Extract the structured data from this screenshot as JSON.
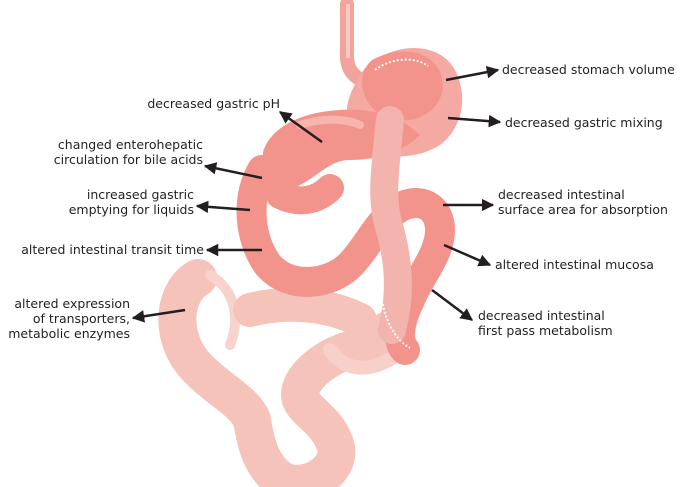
{
  "labels": {
    "gastric_ph": "decreased gastric pH",
    "enterohepatic_1": "changed enterohepatic",
    "enterohepatic_2": "circulation for bile acids",
    "emptying_1": "increased gastric",
    "emptying_2": "emptying for liquids",
    "transit": "altered intestinal transit time",
    "expression_1": "altered expression",
    "expression_2": "of transporters,",
    "expression_3": "metabolic enzymes",
    "stomach_volume": "decreased stomach volume",
    "gastric_mixing": "decreased gastric mixing",
    "surface_1": "decreased intestinal",
    "surface_2": "surface area for absorption",
    "mucosa": "altered intestinal mucosa",
    "first_pass_1": "decreased intestinal",
    "first_pass_2": "first pass metabolism"
  },
  "colors": {
    "stomach_pouch": "#f2948c",
    "bypassed_stomach": "#f4aaa2",
    "roux_limb": "#f3b4ad",
    "colon": "#f6c3bb",
    "arrow": "#231f20",
    "text": "#231f20"
  }
}
